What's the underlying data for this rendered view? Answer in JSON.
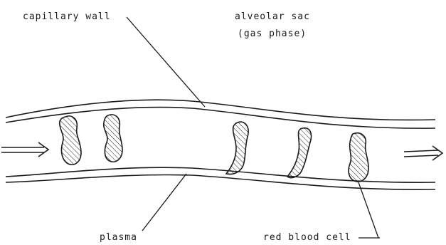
{
  "labels": {
    "capillary_wall": "capillary wall",
    "alveolar_sac": "alveolar sac",
    "gas_phase": "(gas phase)",
    "plasma": "plasma",
    "red_blood_cell": "red blood cell"
  },
  "colors": {
    "ink": "#1a1a1a",
    "background": "#ffffff"
  }
}
